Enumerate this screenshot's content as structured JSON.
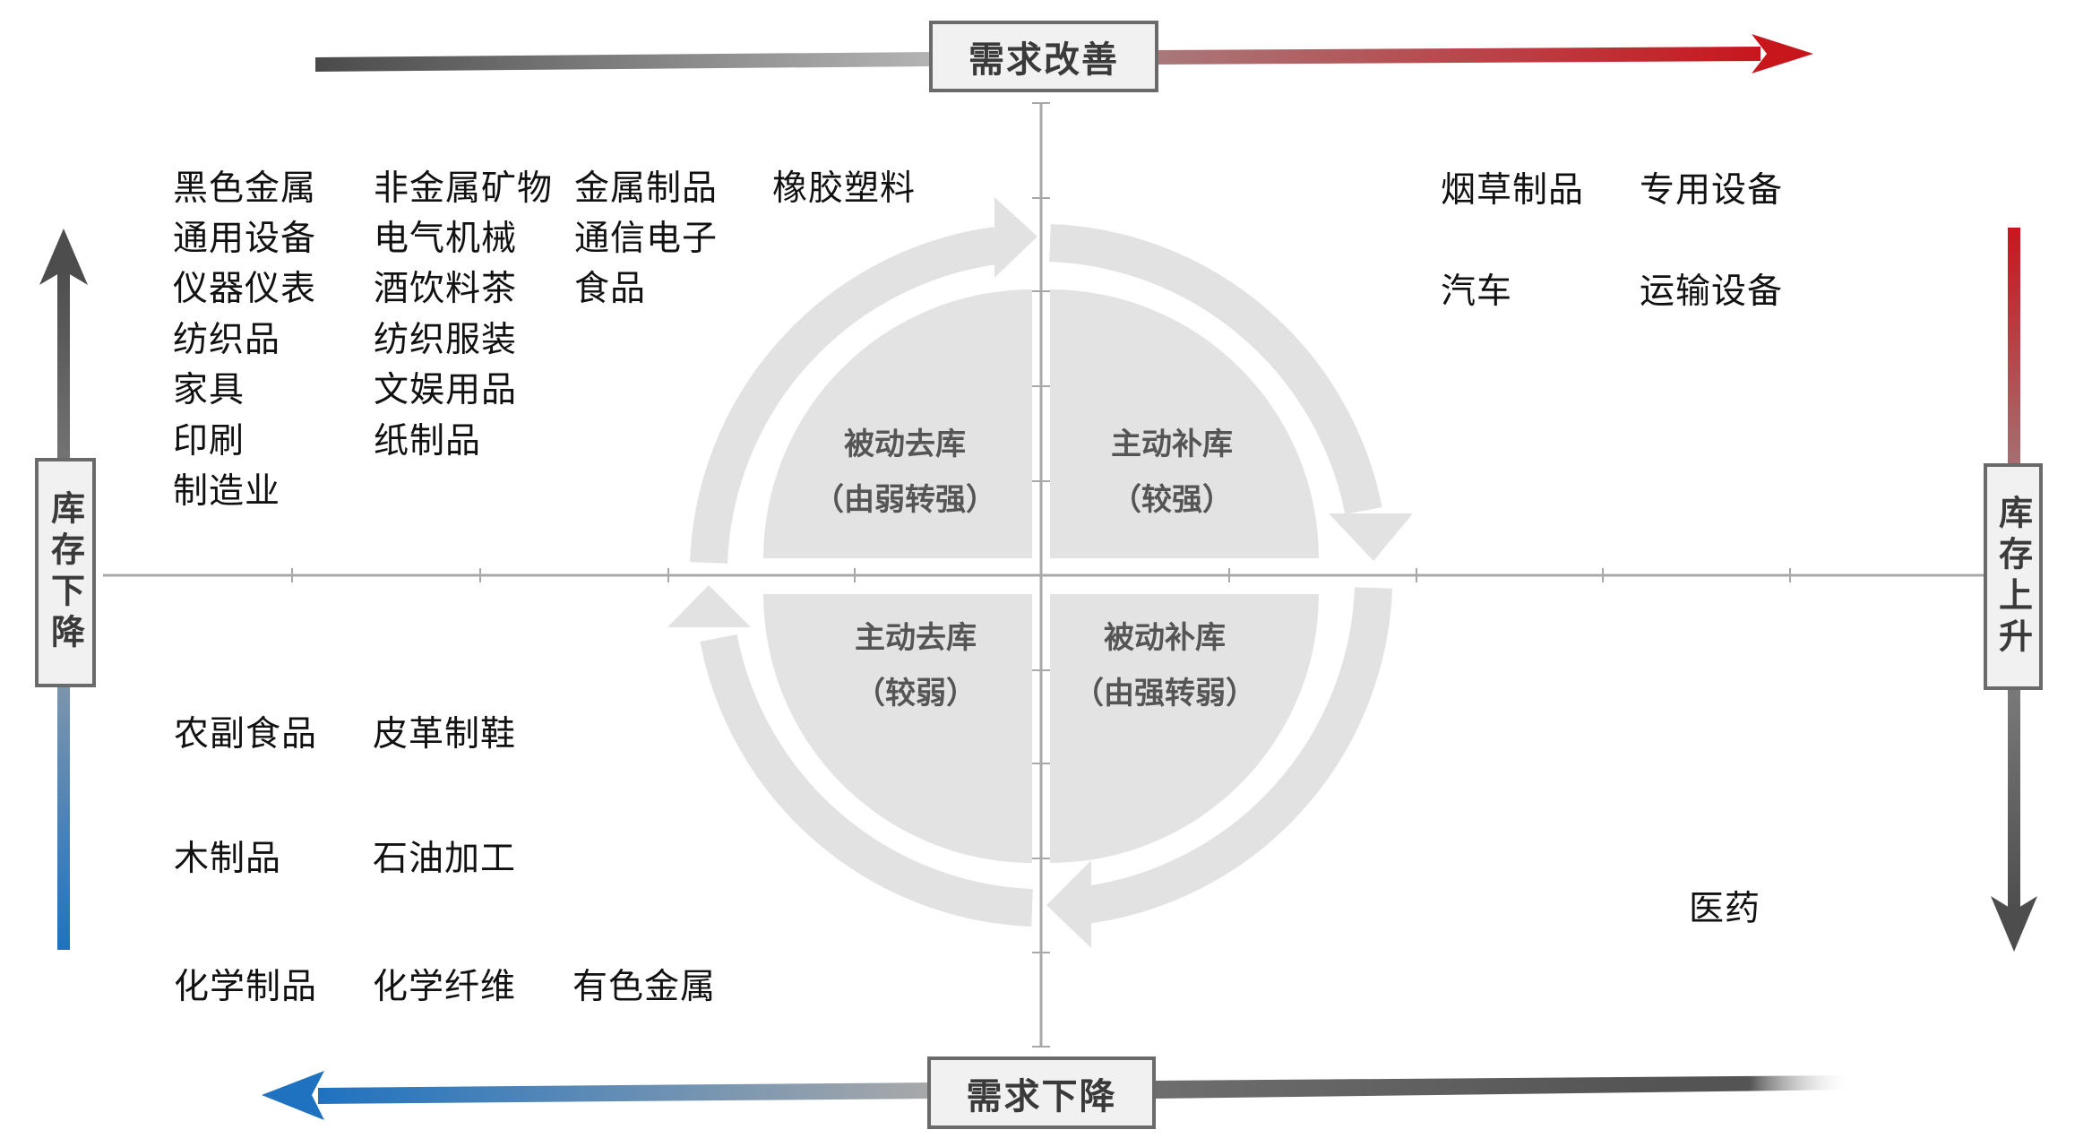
{
  "diagram": {
    "type": "inventory-cycle-quadrant",
    "axes": {
      "top_label": "需求改善",
      "bottom_label": "需求下降",
      "left_label": "库存下降",
      "right_label": "库存上升"
    },
    "colors": {
      "improve_arrow": "#c8161d",
      "decline_arrow": "#1f72c0",
      "neutral_arrow": "#555555",
      "cycle_gray": "#e2e2e2",
      "phase_text": "#555555",
      "axis_line": "#a0a0a0"
    },
    "phases": {
      "upper_left": {
        "title": "被动去库",
        "subtitle": "（由弱转强）"
      },
      "upper_right": {
        "title": "主动补库",
        "subtitle": "（较强）"
      },
      "lower_left": {
        "title": "主动去库",
        "subtitle": "（较弱）"
      },
      "lower_right": {
        "title": "被动补库",
        "subtitle": "（由强转弱）"
      }
    },
    "quadrant_industries": {
      "upper_left": {
        "col1": [
          "黑色金属",
          "通用设备",
          "仪器仪表",
          "纺织品",
          "家具",
          "印刷",
          "制造业"
        ],
        "col2": [
          "非金属矿物",
          "电气机械",
          "酒饮料茶",
          "纺织服装",
          "文娱用品",
          "纸制品"
        ],
        "col3": [
          "金属制品",
          "通信电子",
          "食品"
        ],
        "col4": [
          "橡胶塑料"
        ]
      },
      "upper_right": {
        "row1": [
          "烟草制品",
          "专用设备"
        ],
        "row2": [
          "汽车",
          "运输设备"
        ]
      },
      "lower_left": {
        "row1": [
          "农副食品",
          "皮革制鞋"
        ],
        "row2": [
          "木制品",
          "石油加工"
        ],
        "row3": [
          "化学制品",
          "化学纤维",
          "有色金属"
        ]
      },
      "lower_right": {
        "row1": [
          "医药"
        ]
      }
    }
  }
}
